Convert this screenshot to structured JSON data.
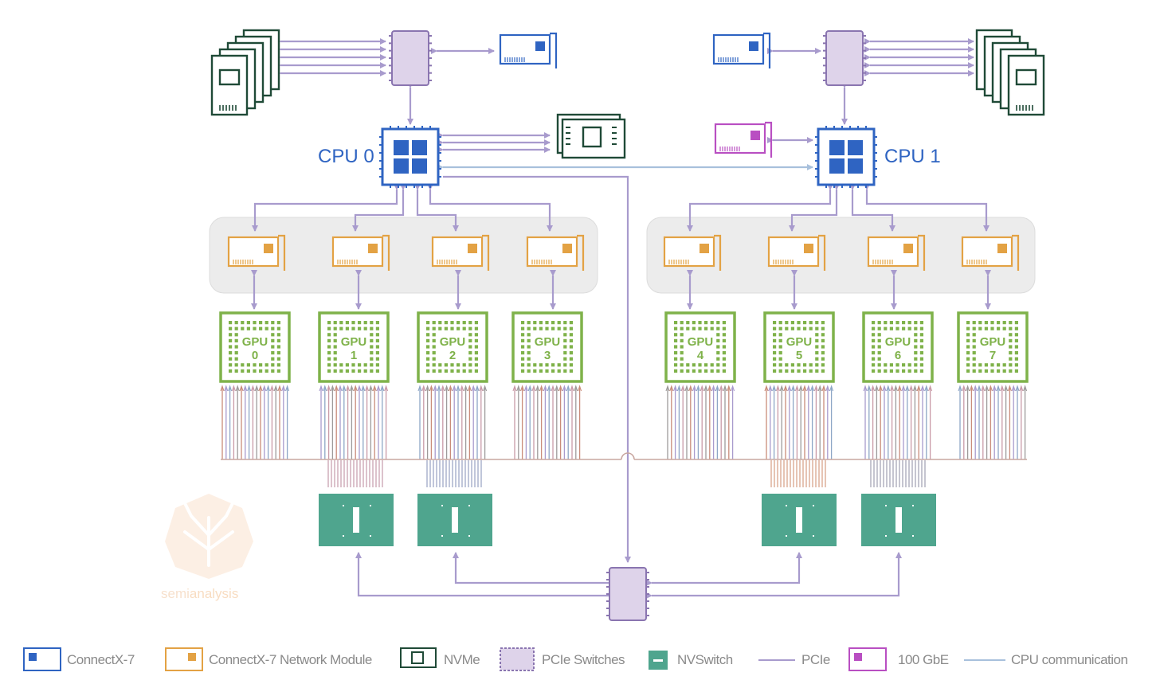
{
  "cpus": [
    {
      "label": "CPU 0"
    },
    {
      "label": "CPU 1"
    }
  ],
  "gpus": [
    {
      "word": "GPU",
      "num": "0"
    },
    {
      "word": "GPU",
      "num": "1"
    },
    {
      "word": "GPU",
      "num": "2"
    },
    {
      "word": "GPU",
      "num": "3"
    },
    {
      "word": "GPU",
      "num": "4"
    },
    {
      "word": "GPU",
      "num": "5"
    },
    {
      "word": "GPU",
      "num": "6"
    },
    {
      "word": "GPU",
      "num": "7"
    }
  ],
  "legend": [
    {
      "key": "connectx7",
      "label": "ConnectX-7"
    },
    {
      "key": "cx7module",
      "label": "ConnectX-7 Network Module"
    },
    {
      "key": "nvme",
      "label": "NVMe"
    },
    {
      "key": "pcie_switch",
      "label": "PCIe Switches"
    },
    {
      "key": "nvswitch",
      "label": "NVSwitch"
    },
    {
      "key": "pcie",
      "label": "PCIe"
    },
    {
      "key": "gbe100",
      "label": "100 GbE"
    },
    {
      "key": "cpu_comm",
      "label": "CPU communication"
    }
  ],
  "watermark": {
    "prefix": "semi",
    "suffix": "analysis"
  },
  "colors": {
    "cpu_blue": "#2f64c2",
    "connectx7_blue": "#2f64c2",
    "module_orange": "#e3a244",
    "gpu_green": "#7fb24a",
    "nvswitch_teal": "#4fa58e",
    "pcie_switch_fill": "#ded3ea",
    "pcie_switch_stroke": "#8a75b0",
    "nvme_dark": "#1f4a37",
    "gbe_magenta": "#b94fc2",
    "pcie_line": "#a89bcd",
    "cpu_comm_line": "#a8c0dc",
    "panel_gray": "#ececec"
  }
}
